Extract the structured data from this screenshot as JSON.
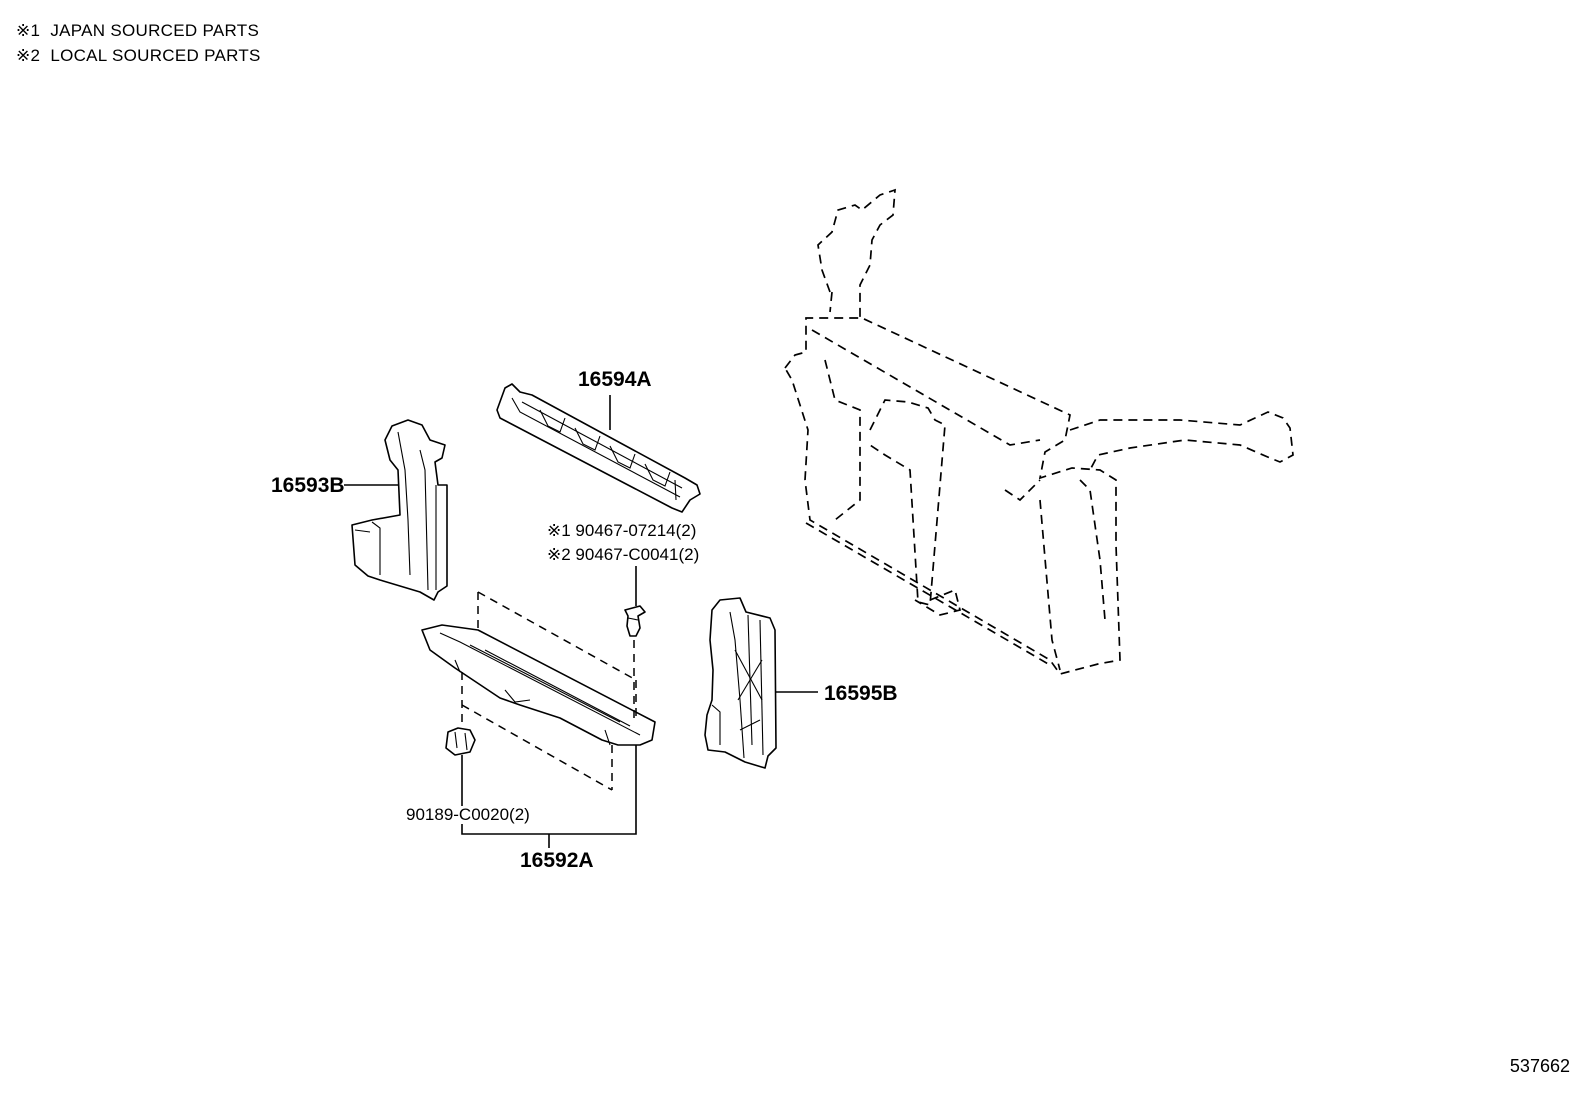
{
  "legend": [
    {
      "mark": "※1",
      "text": "JAPAN SOURCED PARTS"
    },
    {
      "mark": "※2",
      "text": "LOCAL SOURCED PARTS"
    }
  ],
  "parts": {
    "p16594a": "16594A",
    "p16593b": "16593B",
    "p16595b": "16595B",
    "p16592a": "16592A",
    "clip_japan": "※1 90467-07214(2)",
    "clip_local": "※2 90467-C0041(2)",
    "nut": "90189-C0020(2)"
  },
  "reference_number": "537662"
}
